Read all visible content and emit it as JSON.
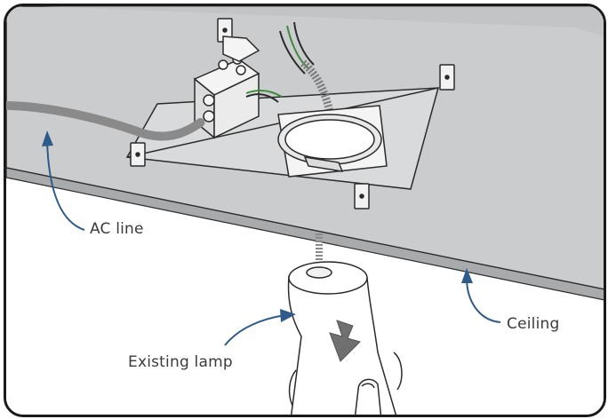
{
  "labels": {
    "ac_line": "AC line",
    "ceiling": "Ceiling",
    "existing_lamp": "Existing lamp"
  },
  "colors": {
    "ceiling_face": "#c9cacb",
    "ceiling_underside": "#eeeeee",
    "ceiling_edge": "#b0b1b2",
    "outline": "#2b2b2b",
    "leader_arrow": "#2f5a8c",
    "wire_green": "#3f8a3f",
    "lamp_arrow": "#707070",
    "frame_border": "#1a1a1a"
  },
  "icons": {
    "leader_arrows": "curved-pointer-arrow",
    "lamp_direction": "down-arrow",
    "hand": "pointing-finger"
  }
}
